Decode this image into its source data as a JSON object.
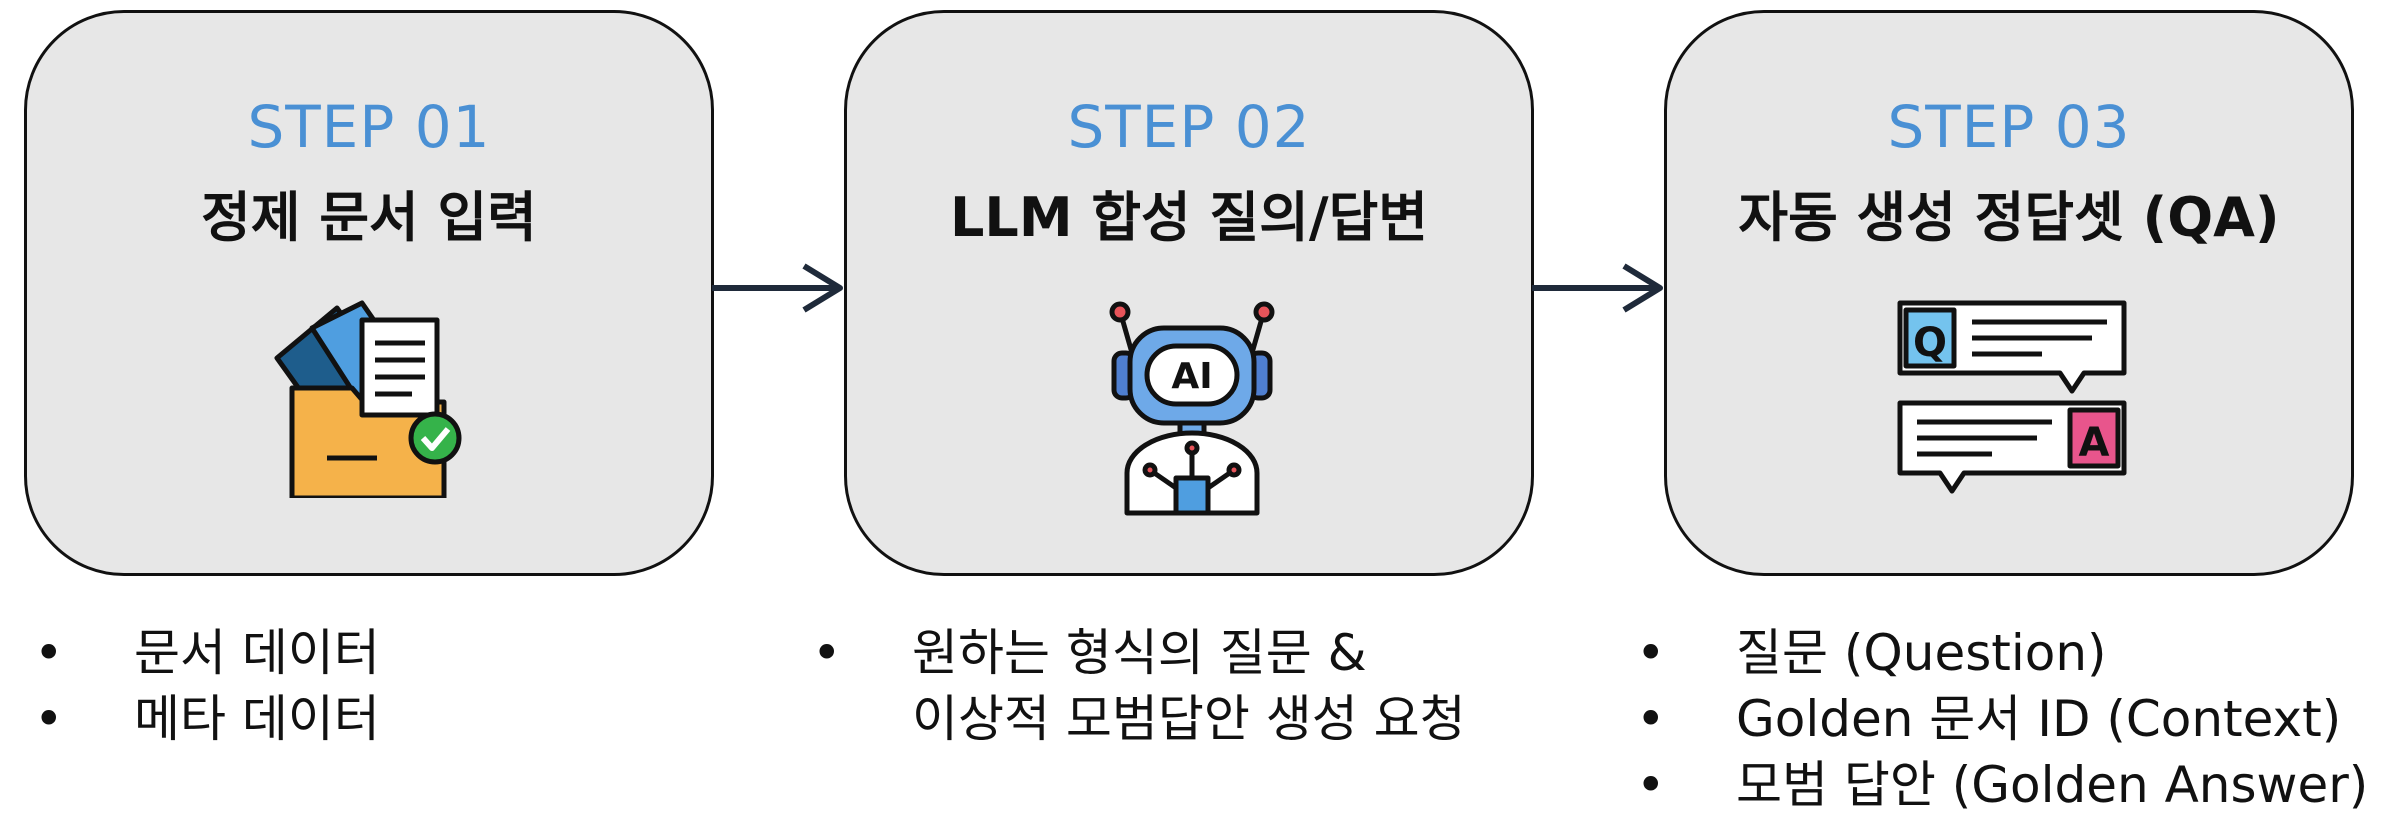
{
  "steps": [
    {
      "label": "STEP 01",
      "title": "정제 문서 입력",
      "icon": "document-folder-check-icon"
    },
    {
      "label": "STEP 02",
      "title": "LLM 합성 질의/답변",
      "icon": "ai-robot-icon"
    },
    {
      "label": "STEP 03",
      "title": "자동 생성 정답셋 (QA)",
      "icon": "qa-chat-bubbles-icon"
    }
  ],
  "bullets": {
    "step1": [
      "문서 데이터",
      "메타 데이터"
    ],
    "step2": [
      "원하는 형식의 질문 &",
      "이상적 모범답안 생성 요청"
    ],
    "step3": [
      "질문 (Question)",
      "Golden 문서 ID (Context)",
      "모범 답안  (Golden Answer)"
    ]
  },
  "colors": {
    "card": "#e7e7e7",
    "step_label": "#4a90d4",
    "arrow": "#1f2a3a"
  }
}
